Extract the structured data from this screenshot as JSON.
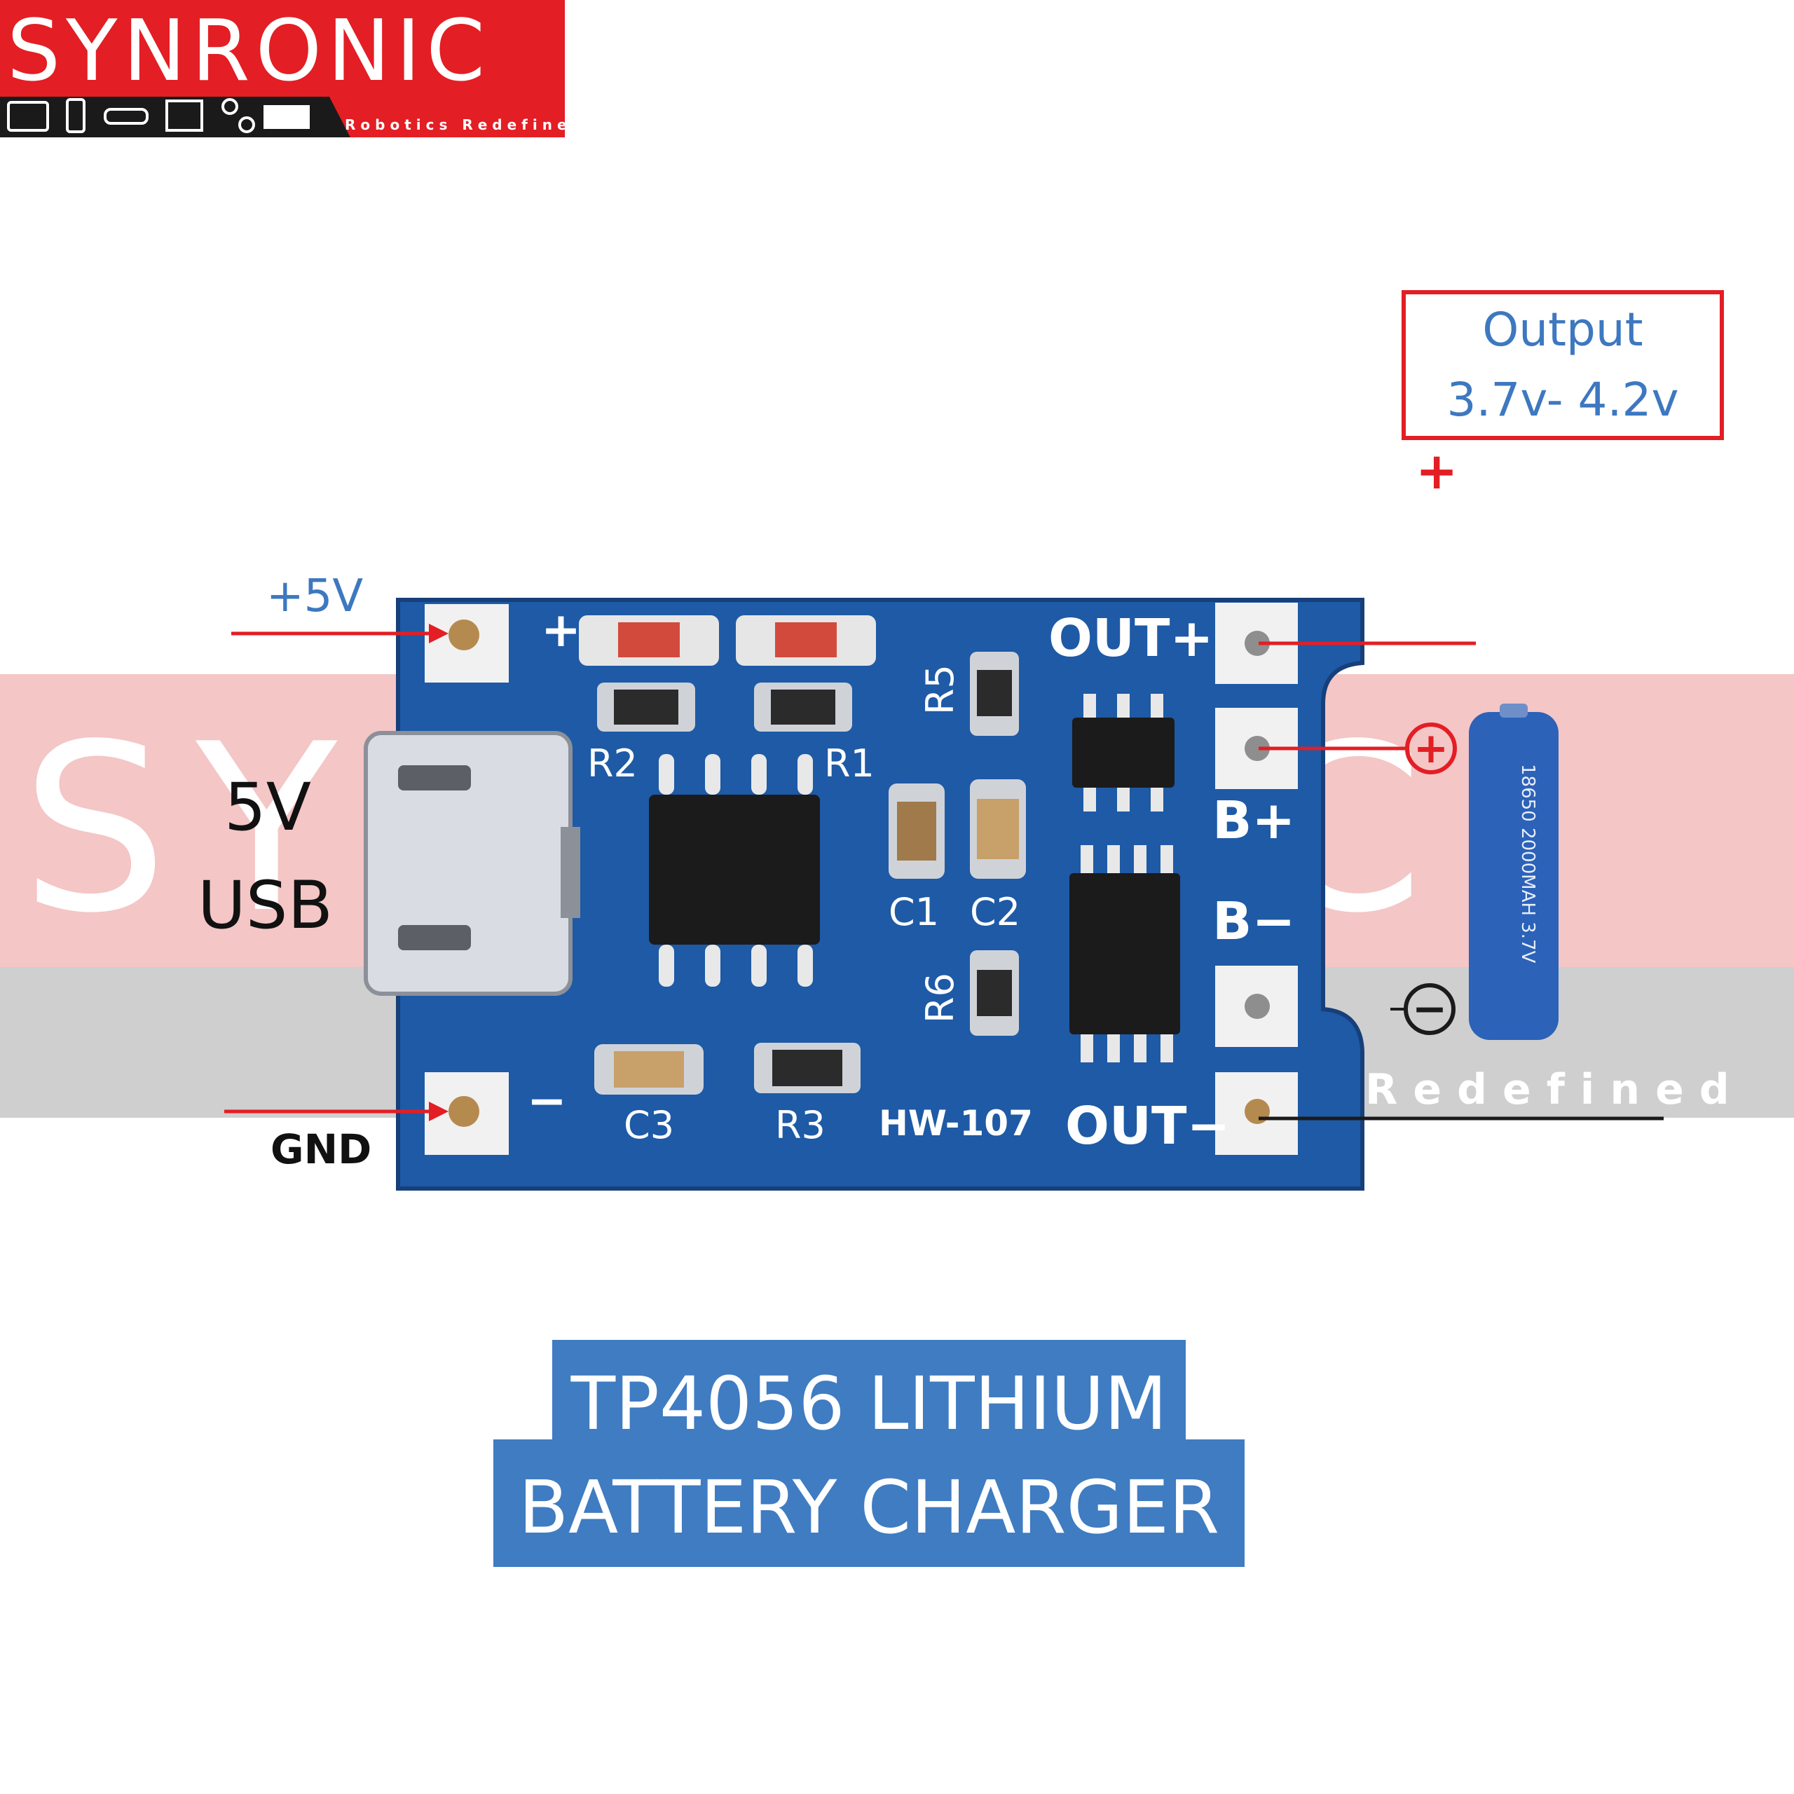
{
  "brand": {
    "name": "SYNRONIC",
    "tagline": "Robotics Redefined",
    "accent_color": "#e31e24"
  },
  "watermark": {
    "name": "SYNRONIC",
    "tagline_partial": "cs Redefined"
  },
  "annotations": {
    "input_positive": "+5V",
    "input_ground": "GND",
    "usb_line1": "5V",
    "usb_line2": "USB",
    "output_title": "Output",
    "output_range": "3.7v- 4.2v",
    "output_positive_marker": "+",
    "battery_positive": "+",
    "battery_negative": "−"
  },
  "board": {
    "model": "HW-107",
    "color": "#1e5aa6",
    "pad_labels": {
      "in_plus": "+",
      "in_minus": "−",
      "out_plus": "OUT+",
      "b_plus": "B+",
      "b_minus": "B−",
      "out_minus": "OUT−"
    },
    "component_labels": [
      "R2",
      "R1",
      "R5",
      "C1",
      "C2",
      "R6",
      "C3",
      "R3"
    ]
  },
  "battery": {
    "print": "18650 2000MAH 3.7V"
  },
  "title": {
    "line1": "TP4056 LITHIUM",
    "line2": "BATTERY CHARGER",
    "color": "#3f7cc2"
  }
}
